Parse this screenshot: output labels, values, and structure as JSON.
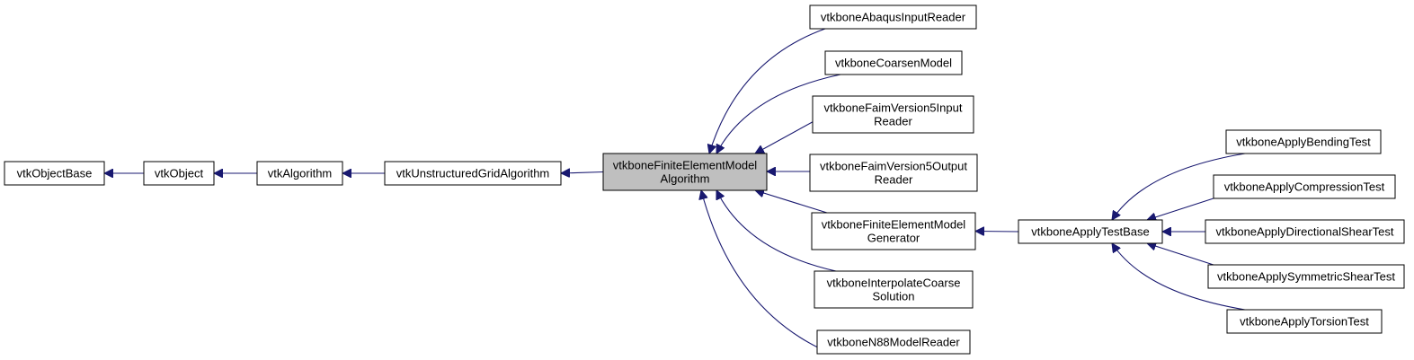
{
  "diagram": {
    "type": "inheritance-graph",
    "edge_color": "#191970",
    "node_fill": "#ffffff",
    "focus_fill": "#bfbfbf",
    "nodes": [
      {
        "id": "vtkObjectBase",
        "lines": [
          "vtkObjectBase"
        ]
      },
      {
        "id": "vtkObject",
        "lines": [
          "vtkObject"
        ]
      },
      {
        "id": "vtkAlgorithm",
        "lines": [
          "vtkAlgorithm"
        ]
      },
      {
        "id": "vtkUnstructuredGridAlgorithm",
        "lines": [
          "vtkUnstructuredGridAlgorithm"
        ]
      },
      {
        "id": "vtkboneFiniteElementModelAlgorithm",
        "lines": [
          "vtkboneFiniteElementModel",
          "Algorithm"
        ],
        "focus": true
      },
      {
        "id": "vtkboneAbaqusInputReader",
        "lines": [
          "vtkboneAbaqusInputReader"
        ]
      },
      {
        "id": "vtkboneCoarsenModel",
        "lines": [
          "vtkboneCoarsenModel"
        ]
      },
      {
        "id": "vtkboneFaimVersion5InputReader",
        "lines": [
          "vtkboneFaimVersion5Input",
          "Reader"
        ]
      },
      {
        "id": "vtkboneFaimVersion5OutputReader",
        "lines": [
          "vtkboneFaimVersion5Output",
          "Reader"
        ]
      },
      {
        "id": "vtkboneFiniteElementModelGenerator",
        "lines": [
          "vtkboneFiniteElementModel",
          "Generator"
        ]
      },
      {
        "id": "vtkboneInterpolateCoarseSolution",
        "lines": [
          "vtkboneInterpolateCoarse",
          "Solution"
        ]
      },
      {
        "id": "vtkboneN88ModelReader",
        "lines": [
          "vtkboneN88ModelReader"
        ]
      },
      {
        "id": "vtkboneApplyTestBase",
        "lines": [
          "vtkboneApplyTestBase"
        ]
      },
      {
        "id": "vtkboneApplyBendingTest",
        "lines": [
          "vtkboneApplyBendingTest"
        ]
      },
      {
        "id": "vtkboneApplyCompressionTest",
        "lines": [
          "vtkboneApplyCompressionTest"
        ]
      },
      {
        "id": "vtkboneApplyDirectionalShearTest",
        "lines": [
          "vtkboneApplyDirectionalShearTest"
        ]
      },
      {
        "id": "vtkboneApplySymmetricShearTest",
        "lines": [
          "vtkboneApplySymmetricShearTest"
        ]
      },
      {
        "id": "vtkboneApplyTorsionTest",
        "lines": [
          "vtkboneApplyTorsionTest"
        ]
      }
    ],
    "edges": [
      {
        "from": "vtkObject",
        "to": "vtkObjectBase"
      },
      {
        "from": "vtkAlgorithm",
        "to": "vtkObject"
      },
      {
        "from": "vtkUnstructuredGridAlgorithm",
        "to": "vtkAlgorithm"
      },
      {
        "from": "vtkboneFiniteElementModelAlgorithm",
        "to": "vtkUnstructuredGridAlgorithm"
      },
      {
        "from": "vtkboneAbaqusInputReader",
        "to": "vtkboneFiniteElementModelAlgorithm"
      },
      {
        "from": "vtkboneCoarsenModel",
        "to": "vtkboneFiniteElementModelAlgorithm"
      },
      {
        "from": "vtkboneFaimVersion5InputReader",
        "to": "vtkboneFiniteElementModelAlgorithm"
      },
      {
        "from": "vtkboneFaimVersion5OutputReader",
        "to": "vtkboneFiniteElementModelAlgorithm"
      },
      {
        "from": "vtkboneFiniteElementModelGenerator",
        "to": "vtkboneFiniteElementModelAlgorithm"
      },
      {
        "from": "vtkboneInterpolateCoarseSolution",
        "to": "vtkboneFiniteElementModelAlgorithm"
      },
      {
        "from": "vtkboneN88ModelReader",
        "to": "vtkboneFiniteElementModelAlgorithm"
      },
      {
        "from": "vtkboneApplyTestBase",
        "to": "vtkboneFiniteElementModelGenerator"
      },
      {
        "from": "vtkboneApplyBendingTest",
        "to": "vtkboneApplyTestBase"
      },
      {
        "from": "vtkboneApplyCompressionTest",
        "to": "vtkboneApplyTestBase"
      },
      {
        "from": "vtkboneApplyDirectionalShearTest",
        "to": "vtkboneApplyTestBase"
      },
      {
        "from": "vtkboneApplySymmetricShearTest",
        "to": "vtkboneApplyTestBase"
      },
      {
        "from": "vtkboneApplyTorsionTest",
        "to": "vtkboneApplyTestBase"
      }
    ]
  }
}
